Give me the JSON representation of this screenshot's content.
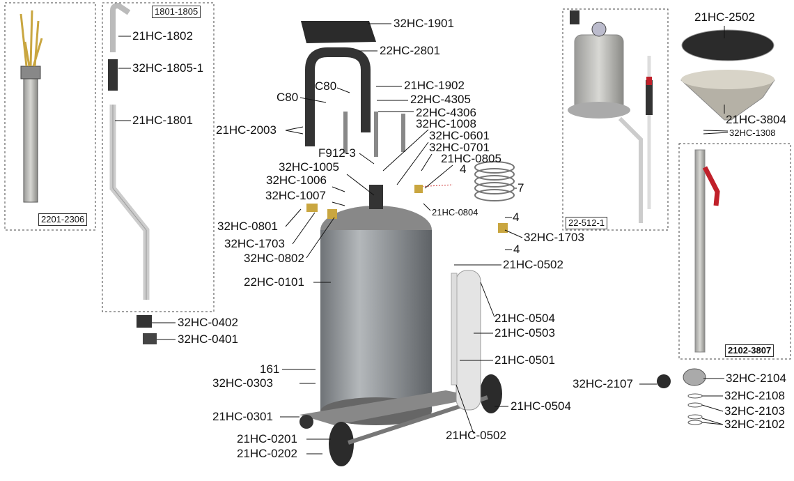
{
  "groups": {
    "tube_set": "2201-2306",
    "probe_set": "1801-1805",
    "pump_set": "22-512-1",
    "suction_set": "2102-3807"
  },
  "labels": [
    "21HC-1802",
    "32HC-1805-1",
    "21HC-1801",
    "32HC-0402",
    "32HC-0401",
    "32HC-1901",
    "22HC-2801",
    "21HC-1902",
    "C80",
    "22HC-4305",
    "C80",
    "22HC-4306",
    "21HC-2003",
    "32HC-1008",
    "32HC-0601",
    "32HC-0701",
    "F912-3",
    "21HC-0805",
    "4",
    "32HC-1005",
    "32HC-1006",
    "7",
    "32HC-1007",
    "21HC-0804",
    "4",
    "32HC-0801",
    "32HC-1703",
    "32HC-1703",
    "4",
    "32HC-0802",
    "21HC-0502",
    "22HC-0101",
    "21HC-0504",
    "21HC-0503",
    "21HC-0501",
    "161",
    "32HC-0303",
    "21HC-0504",
    "21HC-0301",
    "21HC-0502",
    "21HC-0201",
    "21HC-0202",
    "21HC-2502",
    "21HC-3804",
    "32HC-1308",
    "32HC-2107",
    "32HC-2104",
    "32HC-2108",
    "32HC-2103",
    "32HC-2102"
  ],
  "colors": {
    "tank": "#8c9094",
    "handle": "#333333",
    "brass": "#c9a640",
    "red": "#c0202a"
  }
}
